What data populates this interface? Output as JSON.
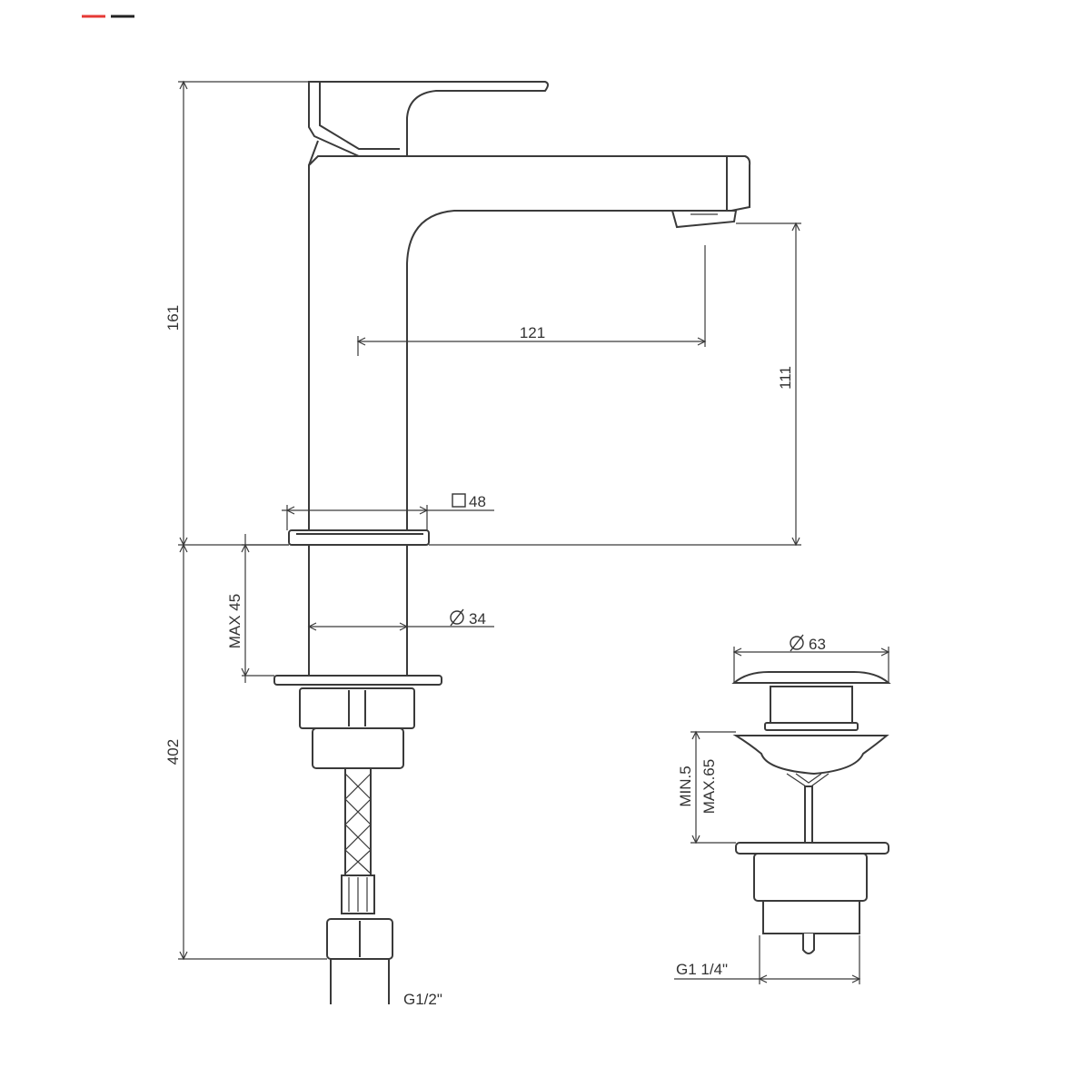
{
  "colors": {
    "accent_red": "#e53935",
    "accent_dark": "#222222",
    "line": "#3a3a3a"
  },
  "dimensions": {
    "overall_height": "161",
    "spout_reach": "121",
    "spout_height": "111",
    "base_square": "48",
    "mount_max": "MAX 45",
    "body_diameter": "34",
    "below_deck": "402",
    "inlet_thread": "G1/2\"",
    "waste_diameter": "63",
    "waste_min": "MIN.5",
    "waste_max": "MAX.65",
    "waste_thread": "G1 1/4\""
  },
  "icons": {
    "square_symbol": "square-icon",
    "diameter_symbol": "diameter-icon"
  }
}
